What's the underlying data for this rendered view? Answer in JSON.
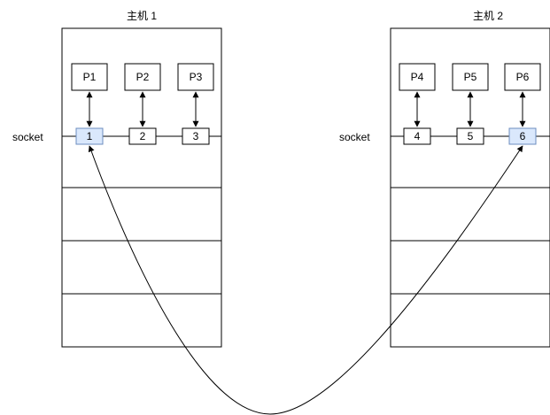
{
  "hosts": [
    {
      "title": "主机 1",
      "processes": [
        "P1",
        "P2",
        "P3"
      ],
      "sockets": [
        "1",
        "2",
        "3"
      ],
      "highlight_socket": 0
    },
    {
      "title": "主机 2",
      "processes": [
        "P4",
        "P5",
        "P6"
      ],
      "sockets": [
        "4",
        "5",
        "6"
      ],
      "highlight_socket": 2
    }
  ],
  "socket_label": "socket",
  "colors": {
    "stroke": "#000000",
    "highlight_fill": "#dae8fc",
    "highlight_stroke": "#6c8ebf"
  }
}
